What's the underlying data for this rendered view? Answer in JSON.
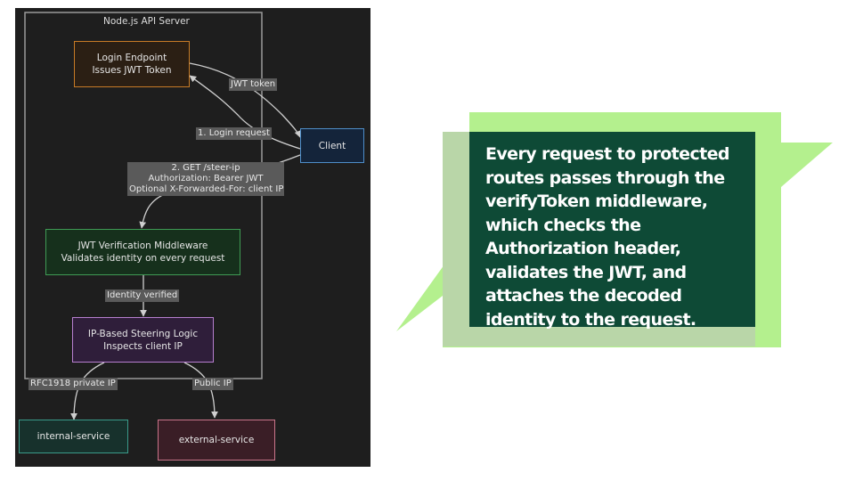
{
  "diagram": {
    "group_title": "Node.js API Server",
    "nodes": {
      "login": [
        "Login Endpoint",
        "Issues JWT Token"
      ],
      "client": "Client",
      "jwt": [
        "JWT Verification Middleware",
        "Validates identity on every request"
      ],
      "steering": [
        "IP-Based Steering Logic",
        "Inspects client IP"
      ],
      "internal": "internal-service",
      "external": "external-service"
    },
    "edge_labels": {
      "jwt_token": "JWT token",
      "login_request": "1. Login request",
      "get_request": [
        "2. GET /steer-ip",
        "Authorization: Bearer JWT",
        "Optional X-Forwarded-For: client IP"
      ],
      "identity_verified": "Identity verified",
      "private_ip": "RFC1918 private IP",
      "public_ip": "Public IP"
    },
    "colors": {
      "background": "#1e1e1e",
      "group_border": "#9a9a9a",
      "login_border": "#c77b26",
      "login_fill": "#2b1f14",
      "client_border": "#4f8ec9",
      "client_fill": "#14243a",
      "jwt_border": "#3f9a54",
      "jwt_fill": "#16301c",
      "steering_border": "#b77fd0",
      "steering_fill": "#2f1e3a",
      "internal_border": "#3a9b8a",
      "internal_fill": "#17312c",
      "external_border": "#c9748a",
      "external_fill": "#3a1e26",
      "edge_label_bg": "#5a5a5a"
    }
  },
  "callout": {
    "text": "Every request to protected routes passes through the verifyToken middleware, which checks the Authorization header, validates the JWT, and attaches the decoded identity to the request.",
    "colors": {
      "bubble_light": "#b4f08e",
      "bubble_mid": "#b9d6a8",
      "panel": "#0e4a36",
      "text": "#ffffff"
    }
  }
}
